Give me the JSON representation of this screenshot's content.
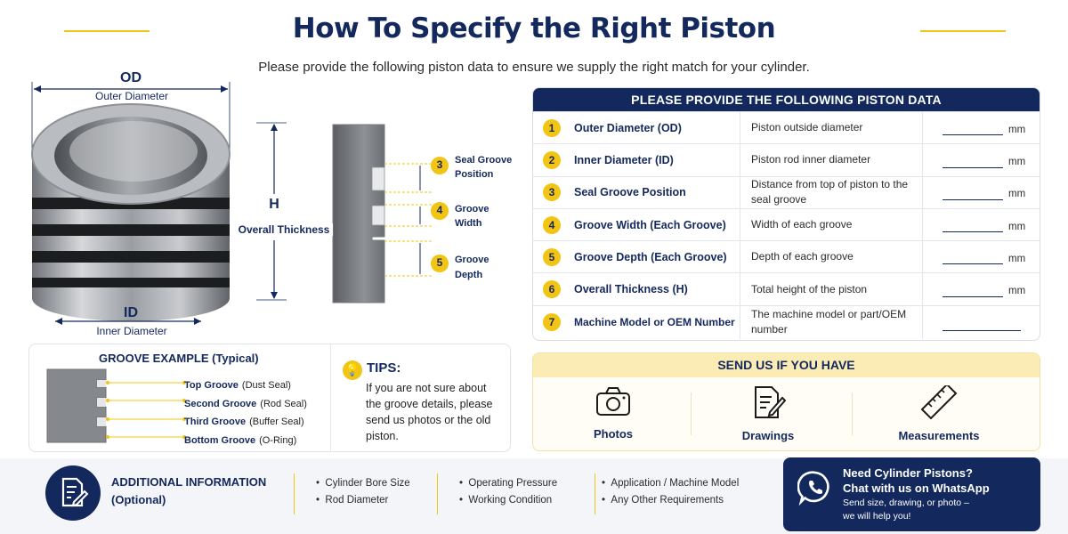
{
  "header": {
    "title": "How To Specify the Right Piston",
    "subtitle": "Please provide the following piston data to ensure we supply the right match for your cylinder."
  },
  "illustration": {
    "od_abbr": "OD",
    "od_label": "Outer Diameter",
    "id_abbr": "ID",
    "id_label": "Inner Diameter",
    "h_abbr": "H",
    "h_label": "Overall Thickness",
    "callouts": [
      {
        "num": "3",
        "line1": "Seal Groove",
        "line2": "Position"
      },
      {
        "num": "4",
        "line1": "Groove",
        "line2": "Width"
      },
      {
        "num": "5",
        "line1": "Groove",
        "line2": "Depth"
      }
    ]
  },
  "groove_example": {
    "title": "GROOVE EXAMPLE (Typical)",
    "items": [
      {
        "name": "Top Groove",
        "purpose": "(Dust Seal)"
      },
      {
        "name": "Second Groove",
        "purpose": "(Rod Seal)"
      },
      {
        "name": "Third Groove",
        "purpose": "(Buffer Seal)"
      },
      {
        "name": "Bottom Groove",
        "purpose": "(O-Ring)"
      }
    ]
  },
  "tips": {
    "title": "TIPS:",
    "text": "If you are not sure about the groove details, please send us photos or the old piston."
  },
  "data_table": {
    "header": "PLEASE PROVIDE THE FOLLOWING PISTON DATA",
    "rows": [
      {
        "num": "1",
        "label": "Outer Diameter (OD)",
        "desc": "Piston outside diameter",
        "unit": "mm"
      },
      {
        "num": "2",
        "label": "Inner Diameter (ID)",
        "desc": "Piston rod inner diameter",
        "unit": "mm"
      },
      {
        "num": "3",
        "label": "Seal Groove Position",
        "desc": "Distance from top of piston to the seal groove",
        "unit": "mm"
      },
      {
        "num": "4",
        "label": "Groove Width (Each Groove)",
        "desc": "Width of each groove",
        "unit": "mm"
      },
      {
        "num": "5",
        "label": "Groove Depth (Each Groove)",
        "desc": "Depth of each groove",
        "unit": "mm"
      },
      {
        "num": "6",
        "label": "Overall Thickness (H)",
        "desc": "Total height of the piston",
        "unit": "mm"
      },
      {
        "num": "7",
        "label": "Machine Model or OEM Number",
        "desc": "The machine model or part/OEM number",
        "unit": ""
      }
    ]
  },
  "send_us": {
    "header": "SEND US IF YOU HAVE",
    "items": [
      {
        "label": "Photos",
        "icon": "camera-icon"
      },
      {
        "label": "Drawings",
        "icon": "drawing-icon"
      },
      {
        "label": "Measurements",
        "icon": "ruler-icon"
      }
    ]
  },
  "additional": {
    "title_line1": "ADDITIONAL INFORMATION",
    "title_line2": "(Optional)",
    "col1": [
      "Cylinder Bore Size",
      "Rod Diameter"
    ],
    "col2": [
      "Operating Pressure",
      "Working Condition"
    ],
    "col3": [
      "Application / Machine Model",
      "Any Other Requirements"
    ]
  },
  "whatsapp": {
    "line1": "Need Cylinder Pistons?",
    "line2": "Chat with us on WhatsApp",
    "line3": "Send size, drawing, or photo –",
    "line4": "we will help you!"
  },
  "colors": {
    "navy": "#13285c",
    "accent_yellow": "#f2c414",
    "soft_yellow": "#fbebb5"
  }
}
